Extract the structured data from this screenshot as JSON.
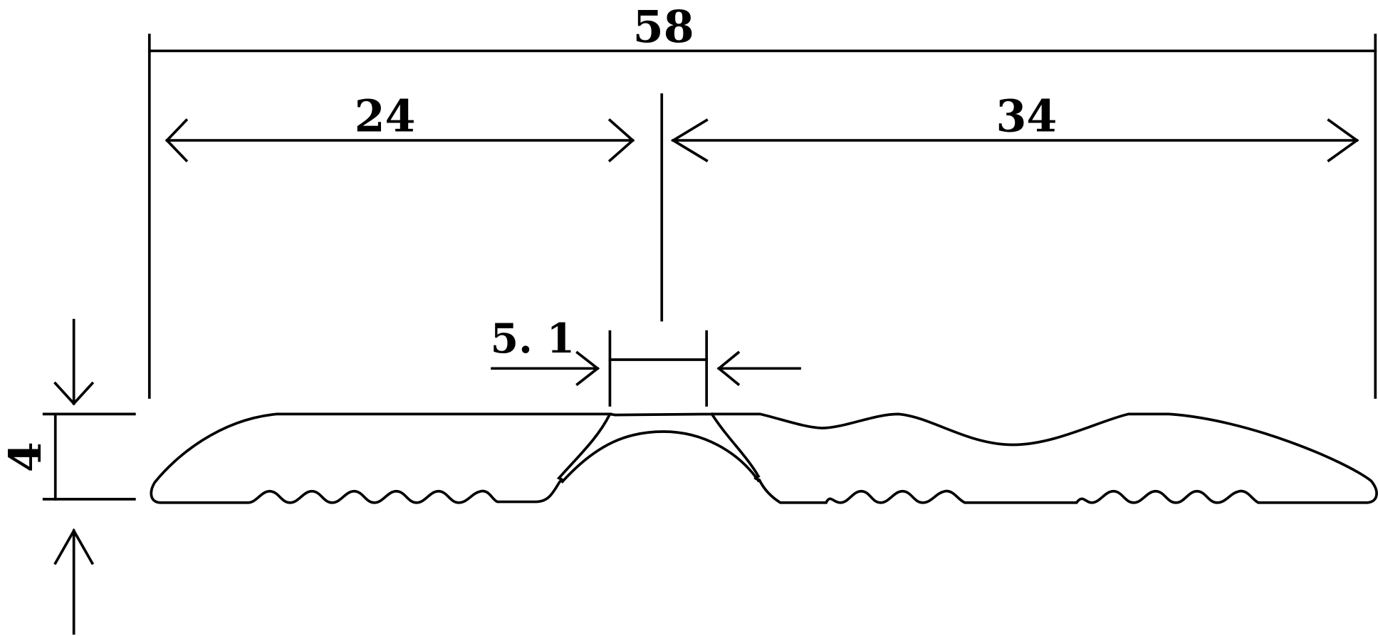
{
  "drawing": {
    "type": "cross-section profile dimension drawing",
    "stroke_color": "#000000",
    "background": "#ffffff",
    "dimensions": {
      "overall_width": {
        "label": "58"
      },
      "left_section_width": {
        "label": "24"
      },
      "right_section_width": {
        "label": "34"
      },
      "center_slot_width": {
        "label": "5. 1"
      },
      "height": {
        "label": "4"
      }
    }
  }
}
